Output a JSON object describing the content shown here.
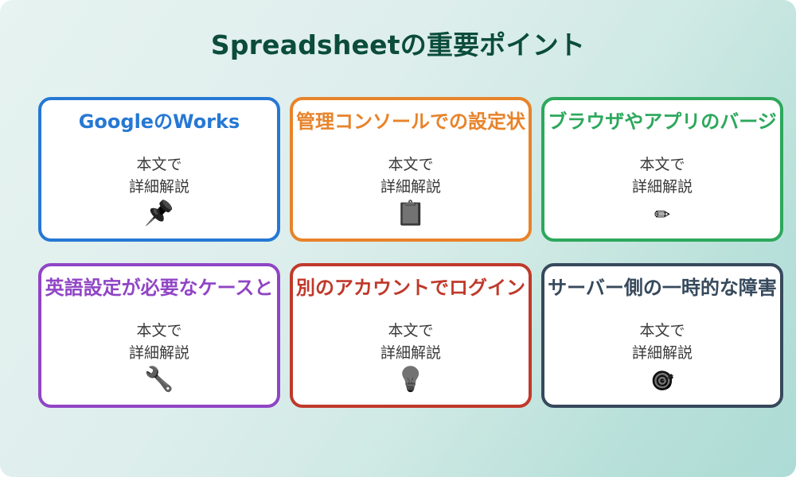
{
  "slide": {
    "title": "Spreadsheetの重要ポイント",
    "title_color": "#0b4c3a",
    "background_from": "#e6f3f0",
    "background_to": "#addbd5"
  },
  "cards": [
    {
      "heading": "GoogleのWorks",
      "body_line1": "本文で",
      "body_line2": "詳細解説",
      "icon": "pushpin-icon",
      "icon_glyph": "📌",
      "accent": "#2678d4"
    },
    {
      "heading": "管理コンソールでの設定状",
      "body_line1": "本文で",
      "body_line2": "詳細解説",
      "icon": "clipboard-icon",
      "icon_glyph": "📋",
      "accent": "#e8832a"
    },
    {
      "heading": "ブラウザやアプリのバージ",
      "body_line1": "本文で",
      "body_line2": "詳細解説",
      "icon": "pencil-icon",
      "icon_glyph": "✏",
      "accent": "#2ca85c"
    },
    {
      "heading": "英語設定が必要なケースと",
      "body_line1": "本文で",
      "body_line2": "詳細解説",
      "icon": "wrench-icon",
      "icon_glyph": "🔧",
      "accent": "#9045c5"
    },
    {
      "heading": "別のアカウントでログイン",
      "body_line1": "本文で",
      "body_line2": "詳細解説",
      "icon": "lightbulb-icon",
      "icon_glyph": "💡",
      "accent": "#c0392b"
    },
    {
      "heading": "サーバー側の一時的な障害",
      "body_line1": "本文で",
      "body_line2": "詳細解説",
      "icon": "target-dart-icon",
      "icon_glyph": "🎯",
      "accent": "#36495c"
    }
  ]
}
